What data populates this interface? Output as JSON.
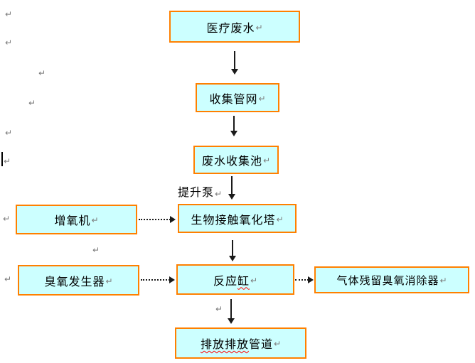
{
  "diagram": {
    "nodes": [
      {
        "id": "medical-wastewater",
        "label": "医疗废水"
      },
      {
        "id": "collection-pipe-network",
        "label": "收集管网"
      },
      {
        "id": "wastewater-collection-pool",
        "label": "废水收集池"
      },
      {
        "id": "bio-contact-oxidation-tower",
        "label": "生物接触氧化塔"
      },
      {
        "id": "aerator",
        "label": "增氧机"
      },
      {
        "id": "ozone-generator",
        "label": "臭氧发生器"
      },
      {
        "id": "reaction-tank",
        "label": "反应缸",
        "pre": "反应",
        "wavy": "缸"
      },
      {
        "id": "gas-residual-ozone-eliminator",
        "label": "气体残留臭氧消除器"
      },
      {
        "id": "discharge-pipe",
        "label": "排放排放管道",
        "wavy": "排放排放",
        "post": "管道"
      }
    ],
    "connector_label": "提升泵",
    "formatting_marks": {
      "pilcrow": "↵"
    },
    "colors": {
      "box_fill": "#CCFFFF",
      "box_border": "#FF8000",
      "arrow": "#1A1A1A",
      "pilcrow": "#7A7A7A",
      "spellcheck_underline": "#FF0000",
      "background": "#FFFFFF"
    }
  }
}
